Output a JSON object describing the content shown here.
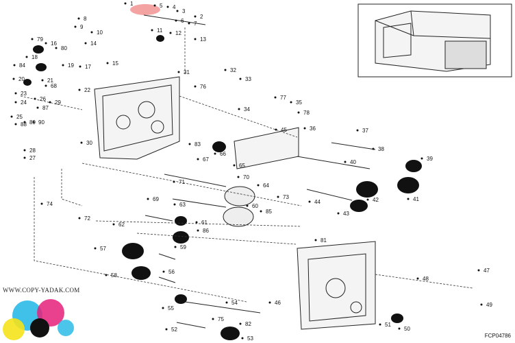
{
  "watermark": "WWW.COPY-YADAK.COM",
  "figure_code": "FCP04786",
  "callouts": [
    "1",
    "2",
    "3",
    "4",
    "5",
    "6",
    "7",
    "8",
    "9",
    "10",
    "11",
    "12",
    "13",
    "14",
    "15",
    "16",
    "17",
    "18",
    "19",
    "20",
    "21",
    "22",
    "23",
    "24",
    "25",
    "26",
    "27",
    "28",
    "29",
    "30",
    "31",
    "32",
    "33",
    "34",
    "35",
    "36",
    "37",
    "38",
    "39",
    "40",
    "41",
    "42",
    "43",
    "44",
    "45",
    "46",
    "47",
    "48",
    "49",
    "50",
    "51",
    "52",
    "53",
    "54",
    "55",
    "56",
    "57",
    "58",
    "59",
    "60",
    "61",
    "62",
    "63",
    "64",
    "65",
    "66",
    "67",
    "68",
    "69",
    "70",
    "71",
    "72",
    "73",
    "74",
    "75",
    "76",
    "77",
    "78",
    "79",
    "80",
    "81",
    "82",
    "83",
    "84",
    "85",
    "86",
    "87",
    "88",
    "89",
    "90"
  ],
  "colors": {
    "highlight": "#f4a3a3",
    "logo_cyan": "#1fb6e6",
    "logo_magenta": "#e6207a",
    "logo_yellow": "#f5e21b",
    "logo_black": "#111111"
  }
}
